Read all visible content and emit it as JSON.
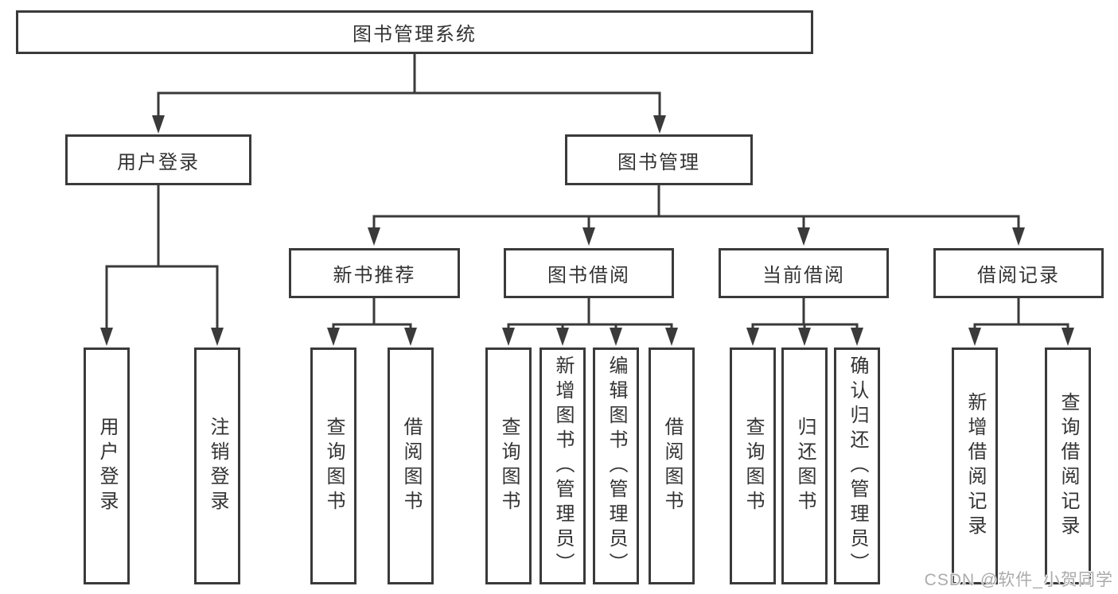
{
  "tree": {
    "root": "图书管理系统",
    "children": [
      {
        "label": "用户登录",
        "children": [
          "用户登录",
          "注销登录"
        ]
      },
      {
        "label": "图书管理",
        "children": [
          {
            "label": "新书推荐",
            "children": [
              "查询图书",
              "借阅图书"
            ]
          },
          {
            "label": "图书借阅",
            "children": [
              "查询图书",
              "新增图书（管理员）",
              "编辑图书（管理员）",
              "借阅图书"
            ]
          },
          {
            "label": "当前借阅",
            "children": [
              "查询图书",
              "归还图书",
              "确认归还（管理员）"
            ]
          },
          {
            "label": "借阅记录",
            "children": [
              "新增借阅记录",
              "查询借阅记录"
            ]
          }
        ]
      }
    ]
  },
  "watermark": {
    "text": "CSDN @软件_小贺同学"
  },
  "colors": {
    "line": "#3a3a3a",
    "text": "#333333",
    "background": "#ffffff",
    "watermark": "#ababab"
  }
}
